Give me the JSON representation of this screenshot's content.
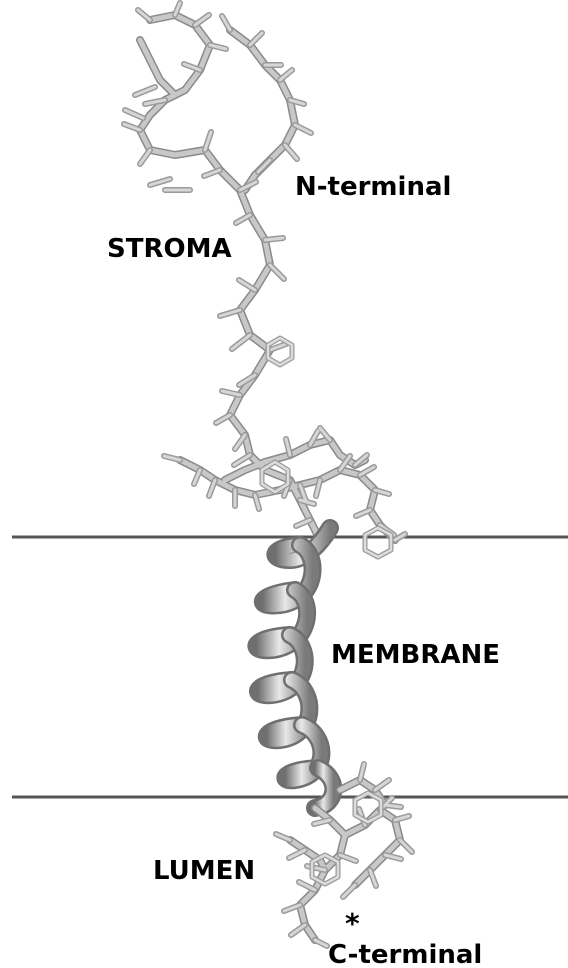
{
  "labels": {
    "n_terminal": "N-terminal",
    "stroma": "STROMA",
    "membrane": "MEMBRANE",
    "lumen": "LUMEN",
    "asterisk": "*",
    "c_terminal": "C-terminal"
  },
  "colors": {
    "background": "#ffffff",
    "boundary_line": "#555555",
    "stick": "#c8c8c8",
    "stick_dark": "#8a8a8a",
    "helix_light": "#e6e6e6",
    "helix_dark": "#7a7a7a",
    "text": "#000000"
  }
}
